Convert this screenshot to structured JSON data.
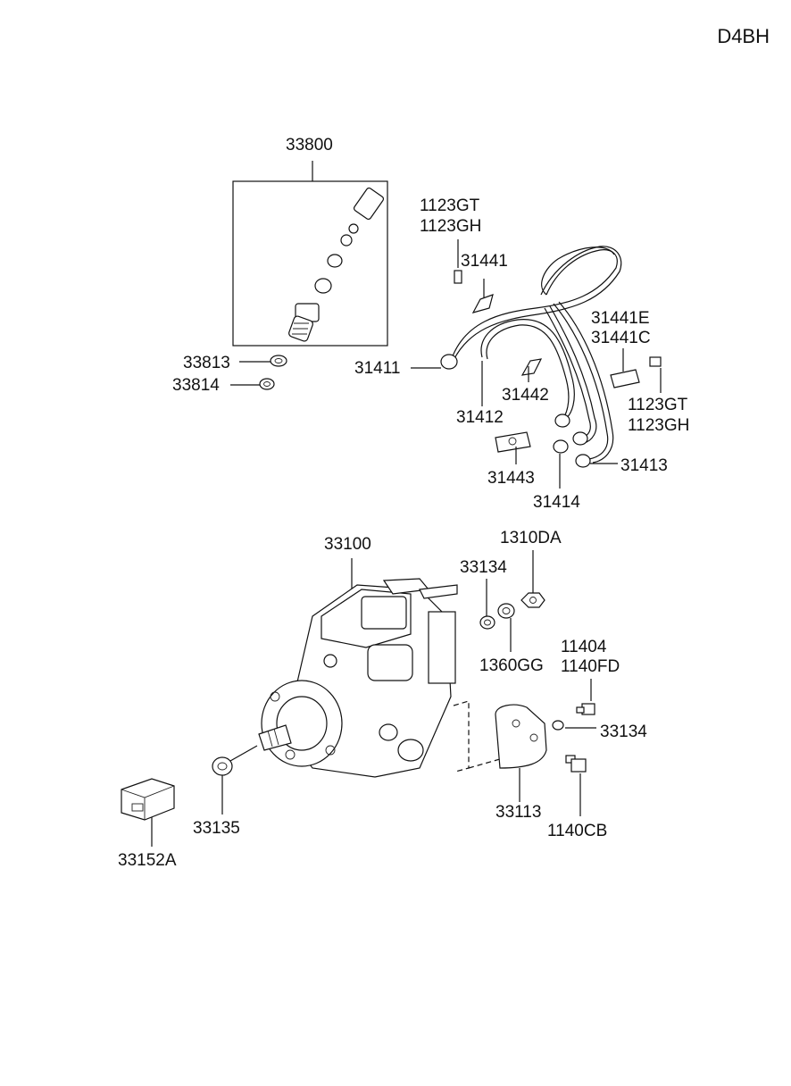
{
  "engine_code": "D4BH",
  "labels": {
    "p33800": "33800",
    "p1123GT_a": "1123GT",
    "p1123GH_a": "1123GH",
    "p31441": "31441",
    "p31441E": "31441E",
    "p31441C": "31441C",
    "p33813": "33813",
    "p33814": "33814",
    "p31411": "31411",
    "p31442": "31442",
    "p1123GT_b": "1123GT",
    "p1123GH_b": "1123GH",
    "p31412": "31412",
    "p31413": "31413",
    "p31443": "31443",
    "p31414": "31414",
    "p33100": "33100",
    "p1310DA": "1310DA",
    "p33134_a": "33134",
    "p1360GG": "1360GG",
    "p11404": "11404",
    "p1140FD": "1140FD",
    "p33134_b": "33134",
    "p33113": "33113",
    "p1140CB": "1140CB",
    "p33135": "33135",
    "p33152A": "33152A"
  }
}
